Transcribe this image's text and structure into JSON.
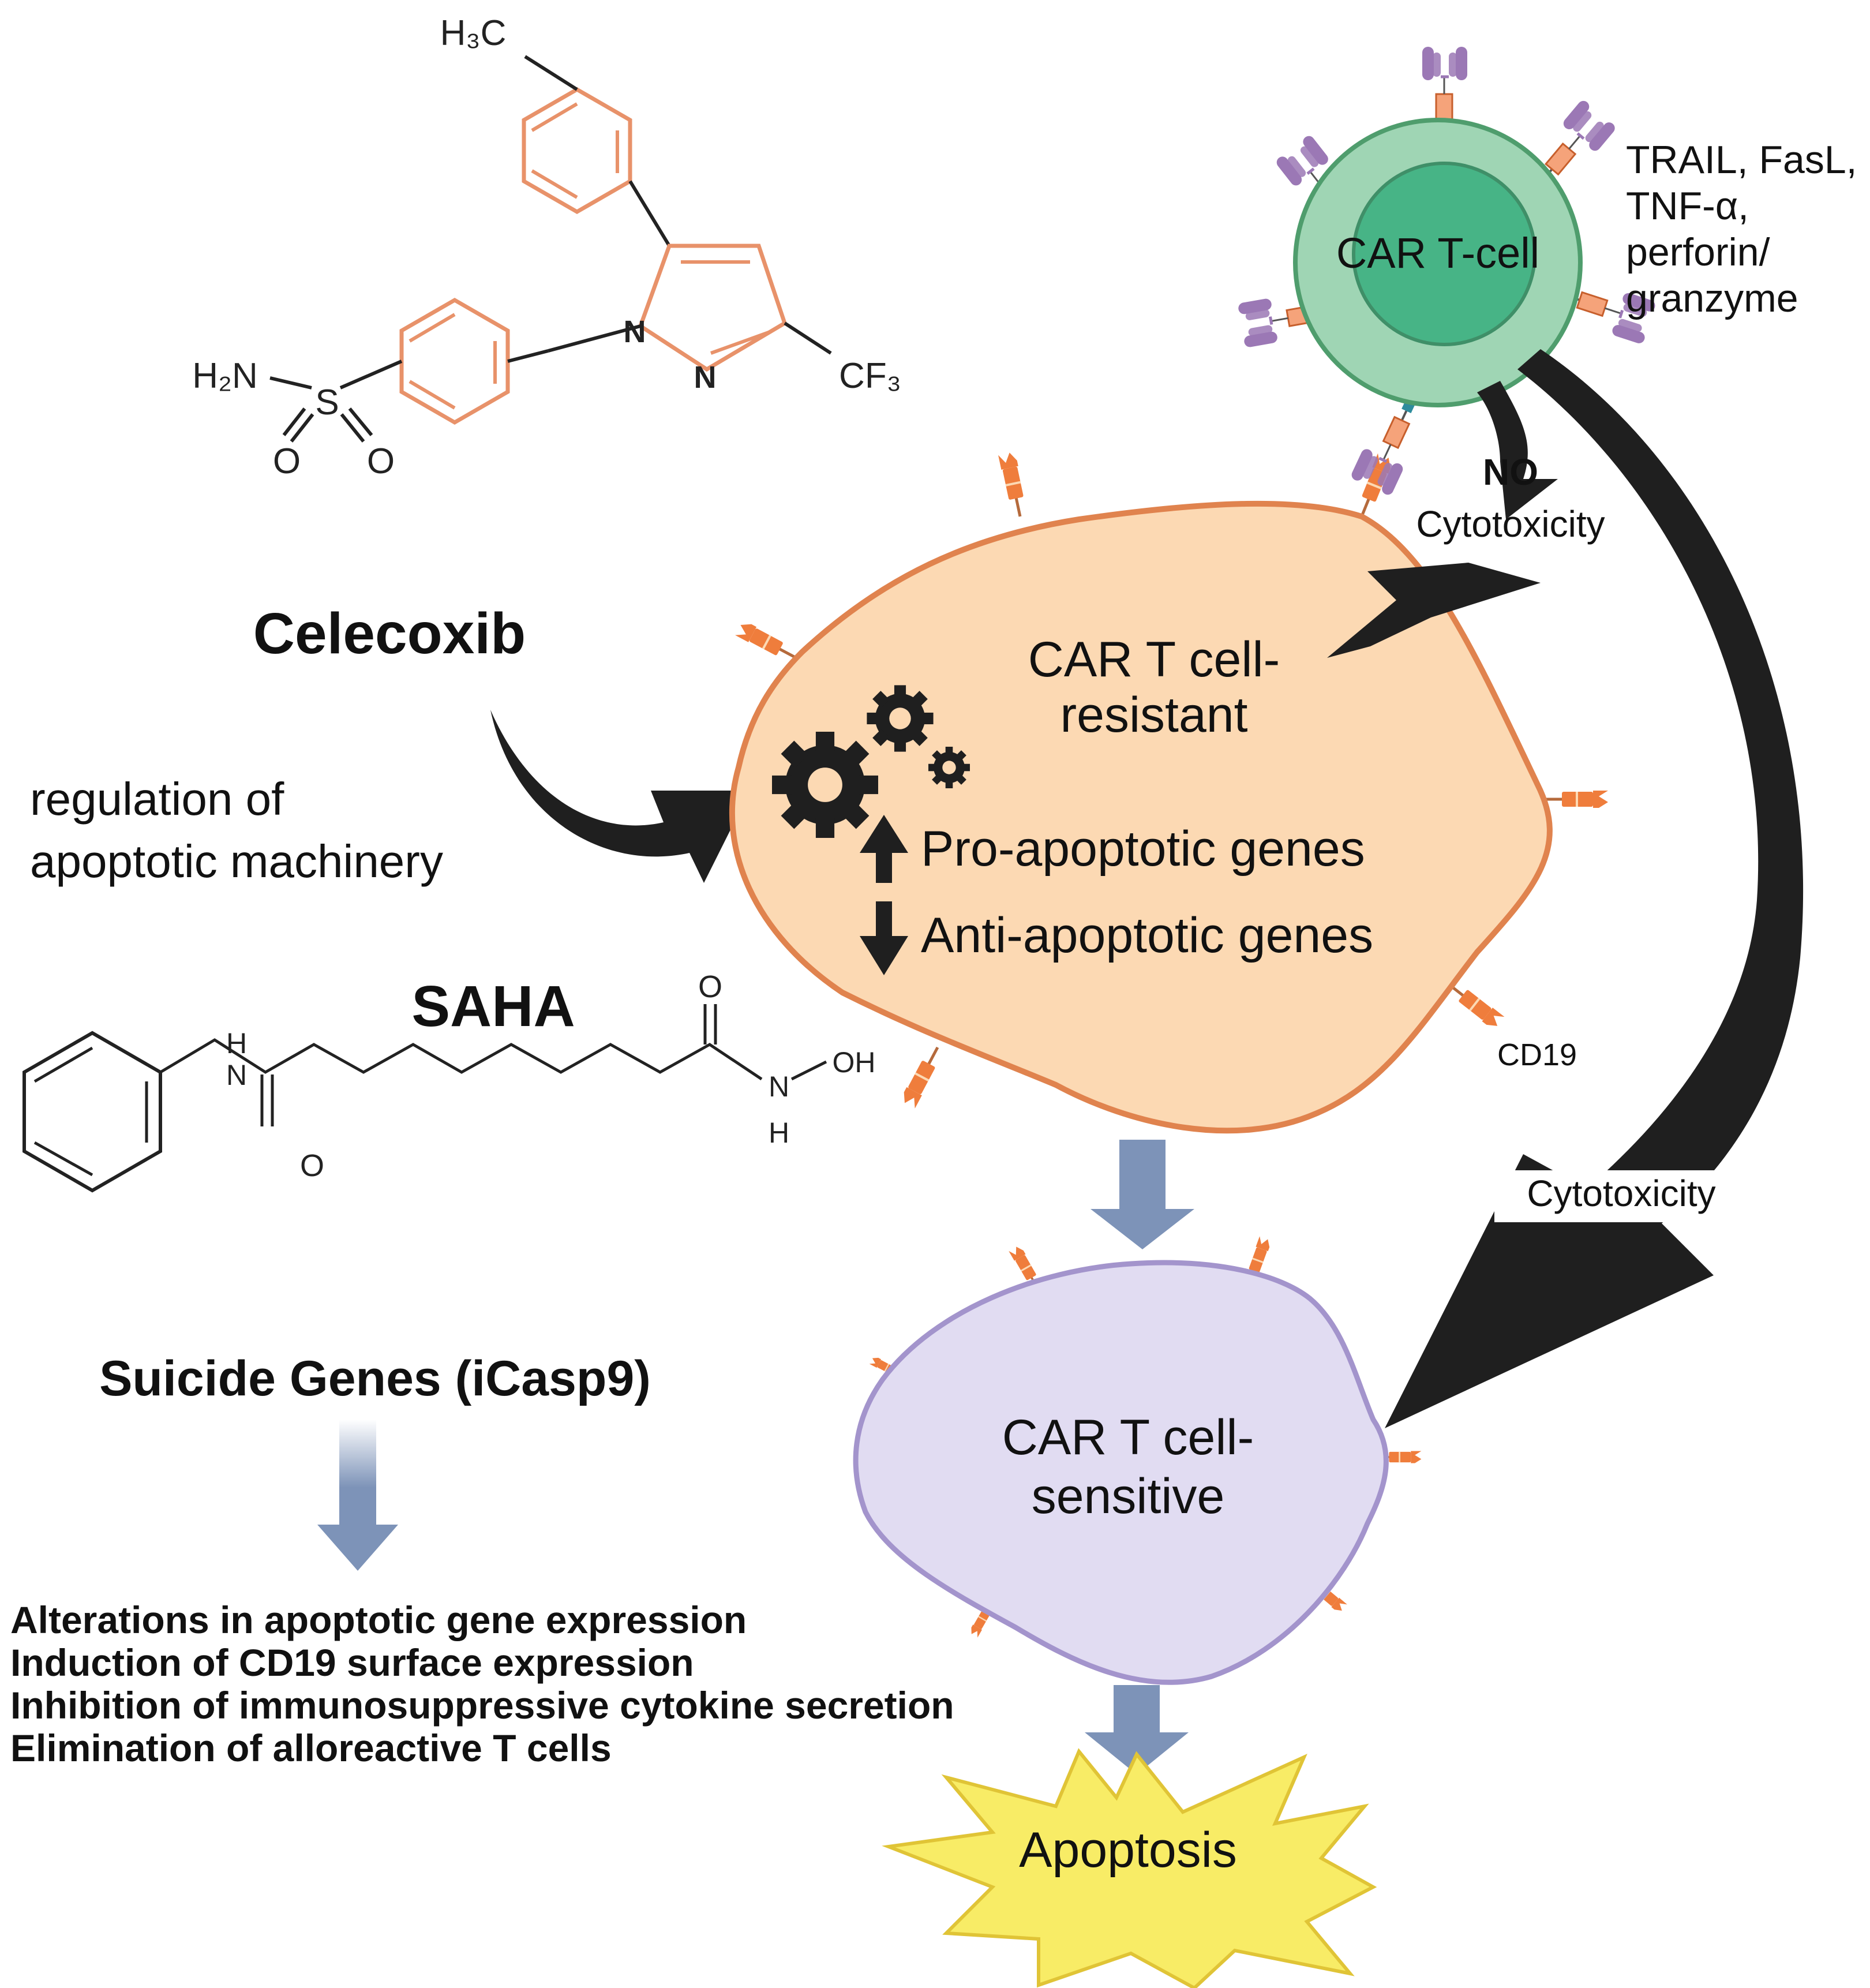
{
  "colors": {
    "celecoxib_ring": "#e8926a",
    "tcell_outer_fill": "#9fd5b4",
    "tcell_outer_stroke": "#4f9d6d",
    "tcell_inner_fill": "#47b486",
    "resistant_fill": "#fcd9b3",
    "resistant_stroke": "#e0834e",
    "sensitive_fill": "#e1dcf2",
    "sensitive_stroke": "#a394cc",
    "receptor_orange": "#ef7d3c",
    "receptor_teal": "#2e8c9d",
    "antibody_purple": "#9b78b5",
    "flow_arrow": "#7d93b8",
    "apoptosis_fill": "#f8ec66",
    "apoptosis_stroke": "#e0c436",
    "black_arrow": "#1f1f1f"
  },
  "celecoxib": {
    "label": "Celecoxib",
    "atoms": {
      "h3c": "H₃C",
      "h2n": "H₂N",
      "s": "S",
      "o1": "O",
      "o2": "O",
      "n1": "N",
      "n2": "N",
      "cf3": "CF₃"
    }
  },
  "saha": {
    "label": "SAHA",
    "atoms": {
      "h_top": "H",
      "n_amide": "N",
      "o_left": "O",
      "o_right": "O",
      "oh": "OH",
      "n_hydroxamic": "N",
      "h_bottom": "H"
    }
  },
  "mechanism_label": {
    "line1": "regulation of",
    "line2": "apoptotic machinery"
  },
  "tcell": {
    "label": "CAR T-cell",
    "mediators": [
      "TRAIL, FasL,",
      "TNF-α,",
      "perforin/",
      "granzyme"
    ]
  },
  "no_cytotoxicity": {
    "no": "NO",
    "label": "Cytotoxicity"
  },
  "cytotoxicity_label": "Cytotoxicity",
  "resistant_cell": {
    "line1": "CAR T cell-",
    "line2": "resistant",
    "pro_genes": "Pro-apoptotic genes",
    "anti_genes": "Anti-apoptotic genes",
    "antigen_label": "CD19"
  },
  "sensitive_cell": {
    "line1": "CAR T cell-",
    "line2": "sensitive"
  },
  "suicide_genes": {
    "title": "Suicide Genes (iCasp9)"
  },
  "effects": [
    "Alterations in apoptotic gene expression",
    "Induction of CD19 surface expression",
    "Inhibition of immunosuppressive cytokine secretion",
    "Elimination of alloreactive T cells"
  ],
  "apoptosis": {
    "label": "Apoptosis"
  }
}
